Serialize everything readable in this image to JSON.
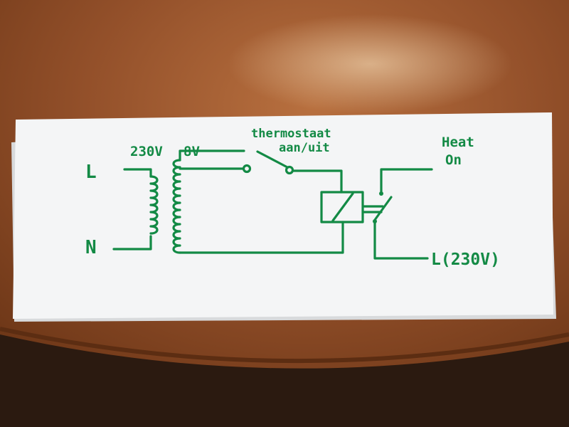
{
  "diagram": {
    "ink_color": "#138a45",
    "paper_color": "#f4f5f6",
    "table_color": "#8c4a23",
    "labels": {
      "line": "L",
      "neutral": "N",
      "primary_voltage": "230V",
      "secondary_voltage": "8V",
      "thermostat_line1": "thermostaat",
      "thermostat_line2": "aan/uit",
      "heat_line1": "Heat",
      "heat_line2": "On",
      "supply": "L(230V)"
    }
  }
}
